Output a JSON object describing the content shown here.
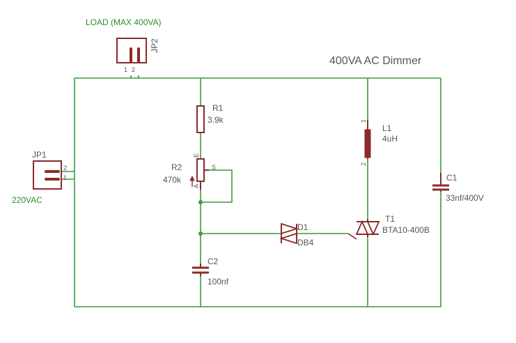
{
  "title": "400VA AC Dimmer",
  "load_label": "LOAD (MAX 400VA)",
  "supply_label": "220VAC",
  "components": {
    "jp1": {
      "name": "JP1",
      "pin1": "1",
      "pin2": "2"
    },
    "jp2": {
      "name": "JP2",
      "pin1": "1",
      "pin2": "2"
    },
    "r1": {
      "name": "R1",
      "value": "3.9k"
    },
    "r2": {
      "name": "R2",
      "value": "470k",
      "pin_a": "A",
      "pin_e": "E",
      "pin_s": "S"
    },
    "l1": {
      "name": "L1",
      "value": "4uH",
      "pin1": "1",
      "pin2": "2"
    },
    "c1": {
      "name": "C1",
      "value": "33nf/400V"
    },
    "c2": {
      "name": "C2",
      "value": "100nf"
    },
    "d1": {
      "name": "D1",
      "value": "DB4"
    },
    "t1": {
      "name": "T1",
      "value": "BTA10-400B"
    }
  },
  "colors": {
    "wire": "#3a9a3a",
    "component": "#8b2a2a",
    "text": "#555555",
    "net_label": "#2e8b2e"
  }
}
